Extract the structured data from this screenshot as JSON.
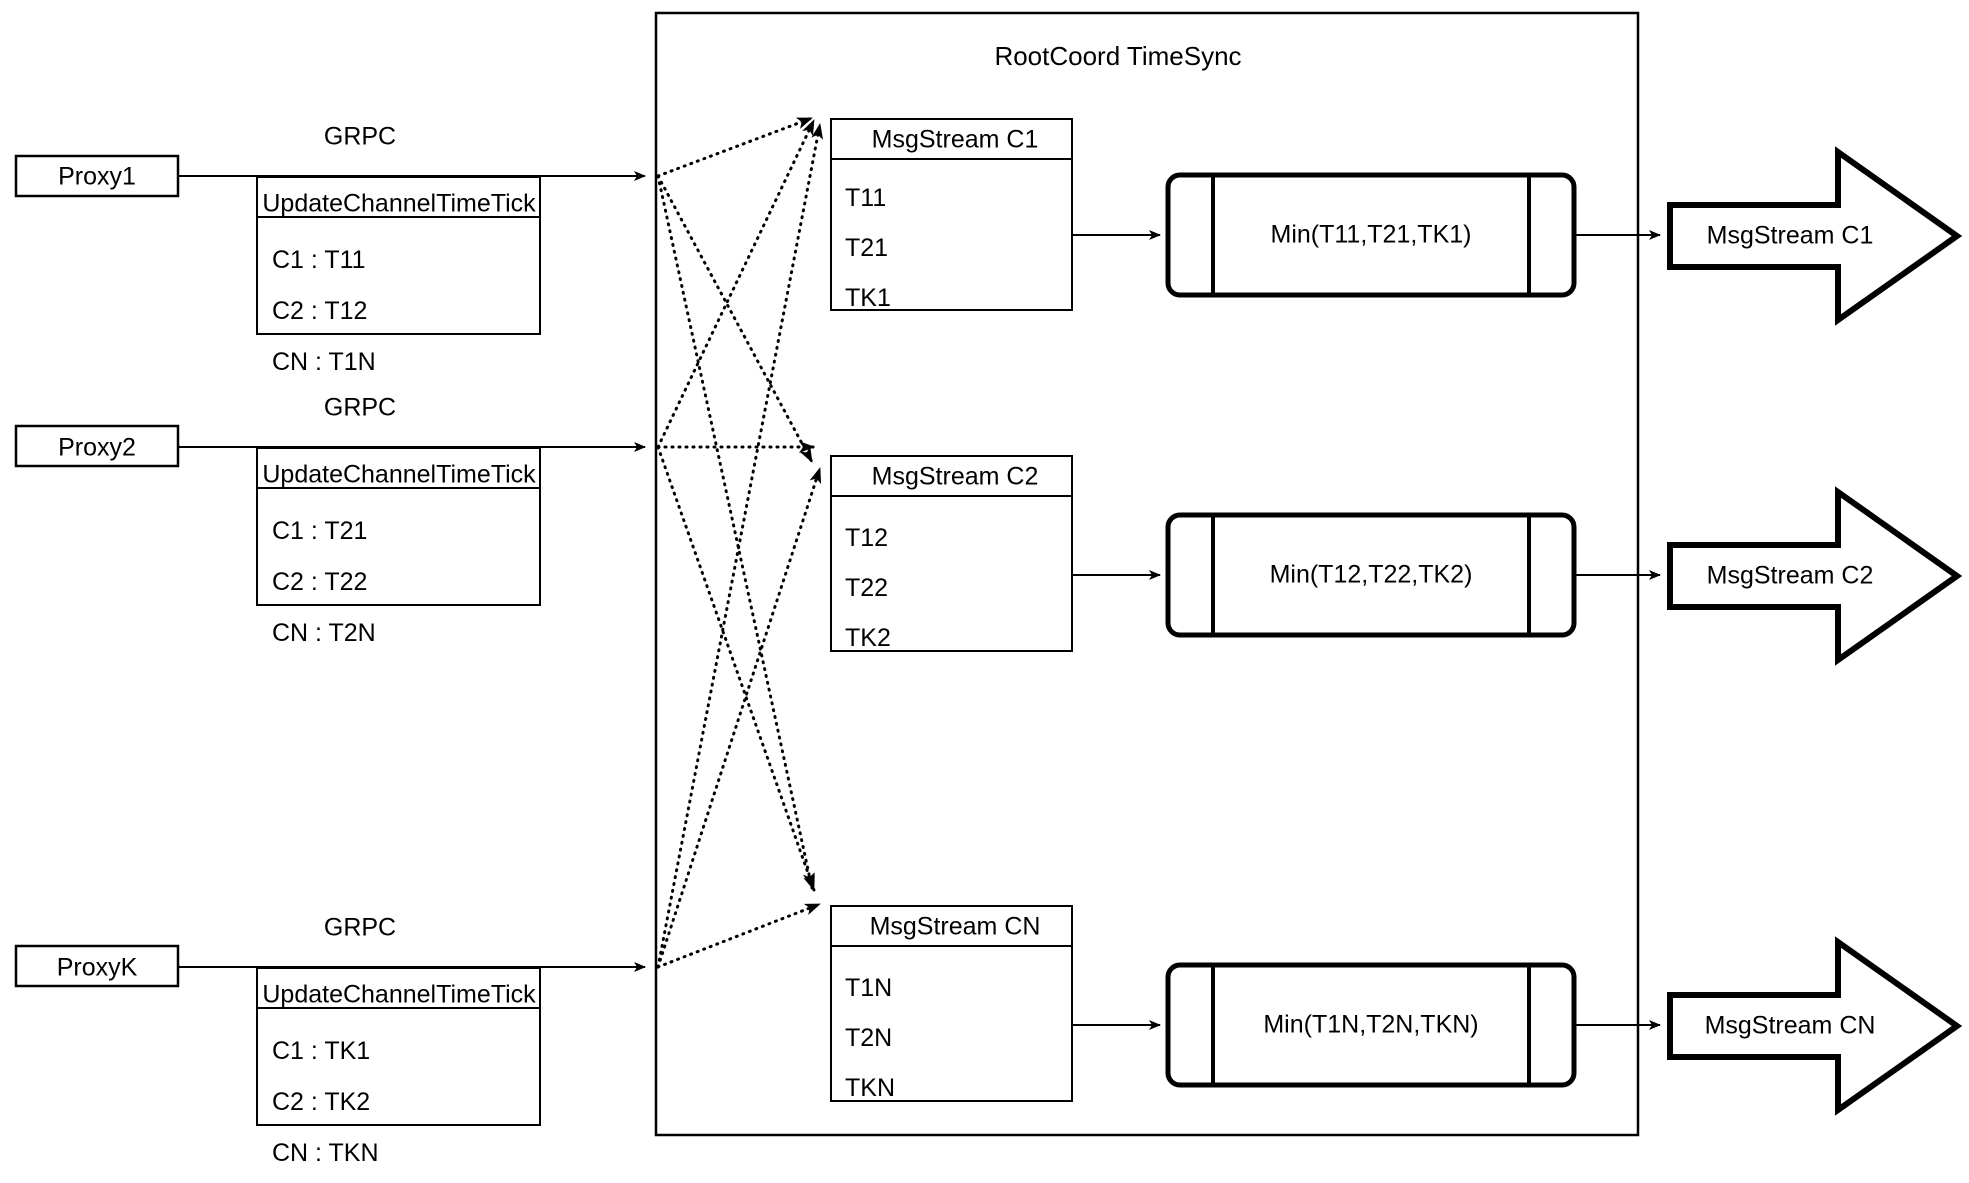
{
  "diagram": {
    "title": "RootCoord TimeSync",
    "container_label": "RootCoord TimeSync"
  },
  "proxies": [
    {
      "name": "Proxy1",
      "link_label": "GRPC",
      "request": {
        "header": "UpdateChannelTimeTick",
        "rows": [
          "C1 :  T11",
          "C2 :  T12",
          "CN : T1N"
        ]
      }
    },
    {
      "name": "Proxy2",
      "link_label": "GRPC",
      "request": {
        "header": "UpdateChannelTimeTick",
        "rows": [
          "C1 :  T21",
          "C2 :  T22",
          "CN : T2N"
        ]
      }
    },
    {
      "name": "ProxyK",
      "link_label": "GRPC",
      "request": {
        "header": "UpdateChannelTimeTick",
        "rows": [
          "C1 :  TK1",
          "C2 :  TK2",
          "CN : TKN"
        ]
      }
    }
  ],
  "channels": [
    {
      "stream": {
        "header": "MsgStream C1",
        "rows": [
          "T11",
          "T21",
          "TK1"
        ]
      },
      "reducer": "Min(T11,T21,TK1)",
      "output": "MsgStream C1"
    },
    {
      "stream": {
        "header": "MsgStream C2",
        "rows": [
          "T12",
          "T22",
          "TK2"
        ]
      },
      "reducer": "Min(T12,T22,TK2)",
      "output": "MsgStream C2"
    },
    {
      "stream": {
        "header": "MsgStream CN",
        "rows": [
          "T1N",
          "T2N",
          "TKN"
        ]
      },
      "reducer": "Min(T1N,T2N,TKN)",
      "output": "MsgStream CN"
    }
  ],
  "colors": {
    "stroke": "#000000",
    "background": "#ffffff",
    "text": "#000000"
  }
}
